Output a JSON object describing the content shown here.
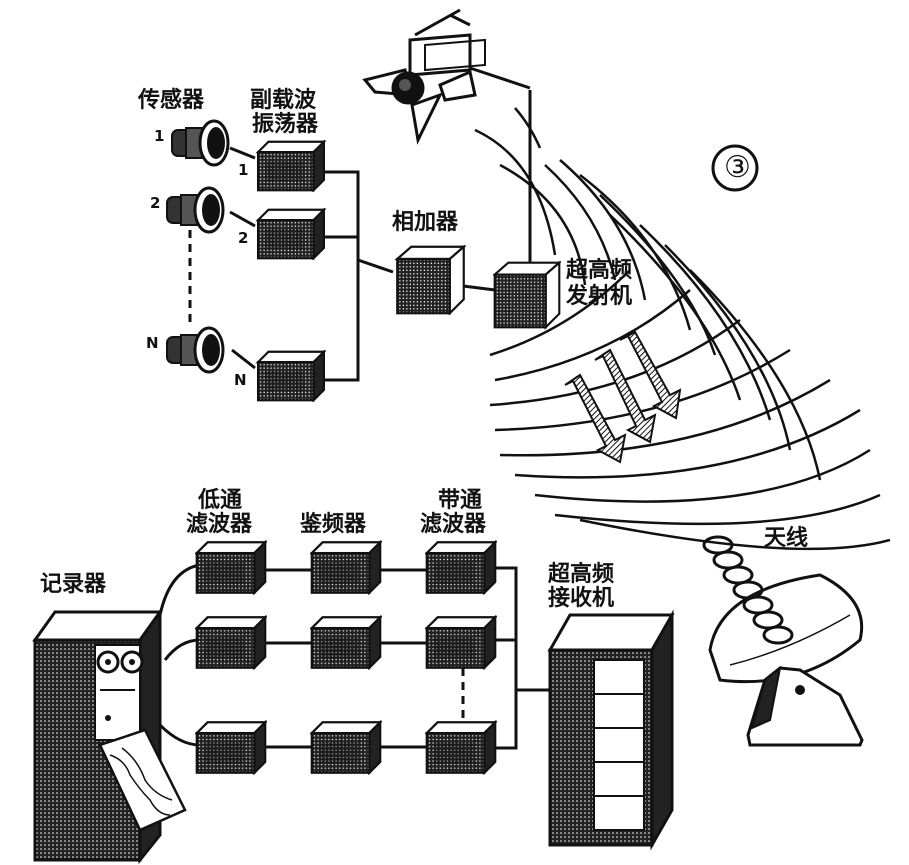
{
  "figure_number": "③",
  "sensors": {
    "title": "传感器",
    "index_labels": [
      "1",
      "2",
      "N"
    ]
  },
  "demodulators": {
    "title_line1": "副载波",
    "title_line2": "振荡器",
    "index_labels": [
      "1",
      "2",
      "N"
    ]
  },
  "adder": {
    "title": "相加器"
  },
  "uhf_transmitter": {
    "title_line1": "超高频",
    "title_line2": "发射机"
  },
  "lowpass_filter": {
    "title_line1": "低通",
    "title_line2": "滤波器"
  },
  "discriminator": {
    "title": "鉴频器"
  },
  "bandpass_filter": {
    "title_line1": "带通",
    "title_line2": "滤波器"
  },
  "recorder": {
    "title": "记录器"
  },
  "uhf_receiver": {
    "title_line1": "超高频",
    "title_line2": "接收机"
  },
  "antenna": {
    "title": "天线"
  },
  "colors": {
    "ink": "#111111",
    "paper": "#ffffff"
  }
}
